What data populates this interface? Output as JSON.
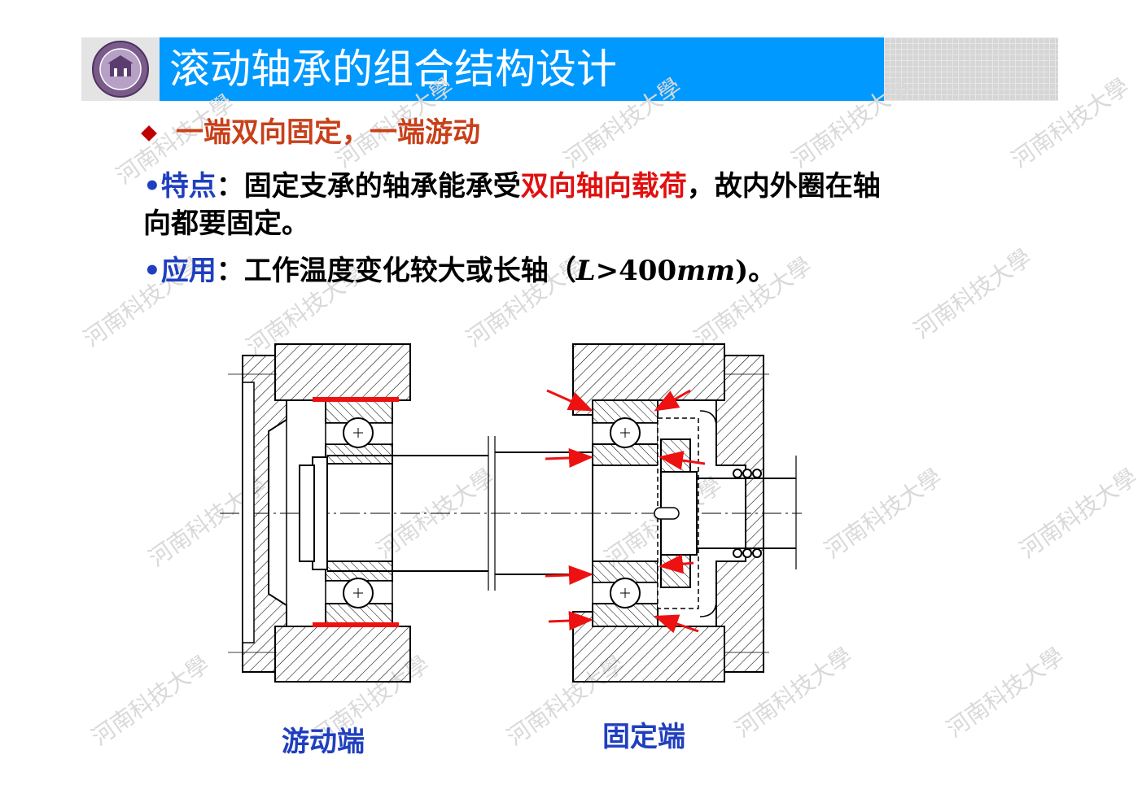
{
  "header": {
    "title": "滚动轴承的组合结构设计"
  },
  "subtitle": "一端双向固定，一端游动",
  "feature": {
    "bullet": "•",
    "label": "特点",
    "colon": "：",
    "text_before": "固定支承的轴承能承受",
    "highlight": "双向轴向载荷",
    "text_after": "，故内外圈在轴",
    "line2": "向都要固定。"
  },
  "application": {
    "bullet": "•",
    "label": "应用",
    "colon": "：",
    "text": "工作温度变化较大或长轴（",
    "var_l": "L",
    "gt": ">400",
    "unit": "mm",
    "close": ")。"
  },
  "captions": {
    "floating_end": "游动端",
    "fixed_end": "固定端"
  },
  "watermark_text": "河南科技大學",
  "colors": {
    "header_blue": "#0099ff",
    "subtitle": "#c8401a",
    "highlight": "#e01010",
    "caption": "#1f3fbf",
    "arrow": "#ee1111"
  }
}
